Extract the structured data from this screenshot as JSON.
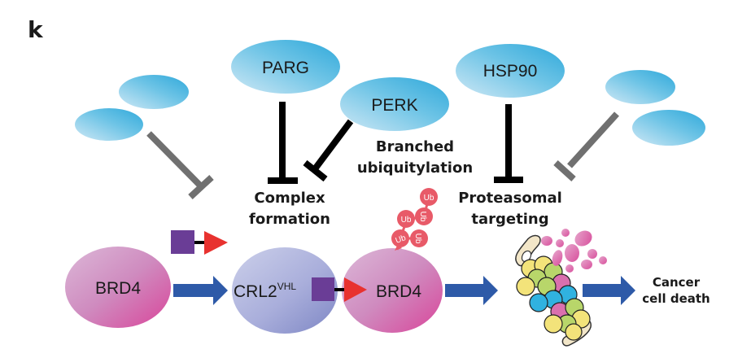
{
  "panel_label": "k",
  "regulators": {
    "parg": "PARG",
    "perk": "PERK",
    "hsp90": "HSP90"
  },
  "processes": {
    "complex_formation_line1": "Complex",
    "complex_formation_line2": "formation",
    "branched_ubiquitylation_line1": "Branched",
    "branched_ubiquitylation_line2": "ubiquitylation",
    "proteasomal_targeting_line1": "Proteasomal",
    "proteasomal_targeting_line2": "targeting"
  },
  "pathway": {
    "target_protein": "BRD4",
    "e3_ligase": "CRL2",
    "e3_ligase_superscript": "VHL",
    "target_protein_bound": "BRD4",
    "ubiquitin": "Ub",
    "outcome_line1": "Cancer",
    "outcome_line2": "cell death"
  },
  "colors": {
    "regulator_blue": "#3fb0dc",
    "target_pink": "#d9559c",
    "ligase_lavender": "#9aa2d2",
    "arrow_blue": "#2e5aa8",
    "protac_purple": "#6a3d96",
    "protac_red": "#e8322f",
    "ubiquitin_red": "#e85a68",
    "inhibit_black": "#000000",
    "inhibit_gray": "#707070"
  }
}
